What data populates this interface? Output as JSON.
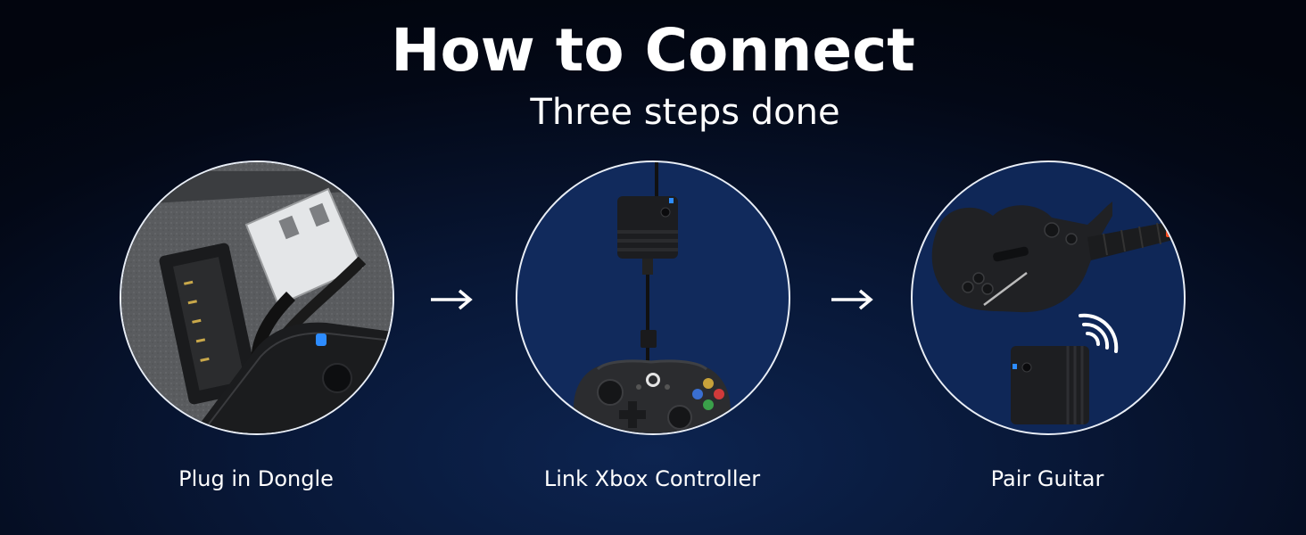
{
  "header": {
    "title": "How to Connect",
    "subtitle": "Three steps done"
  },
  "steps": [
    {
      "label": "Plug in Dongle",
      "icon": "usb-dongle-icon"
    },
    {
      "label": "Link Xbox Controller",
      "icon": "controller-icon"
    },
    {
      "label": "Pair Guitar",
      "icon": "guitar-icon"
    }
  ],
  "arrow_glyph": "→",
  "colors": {
    "background": "#050d22",
    "circle_border": "#e9eef6",
    "led_blue": "#2d8cff",
    "guitar_accent": "#ff4a1c"
  }
}
